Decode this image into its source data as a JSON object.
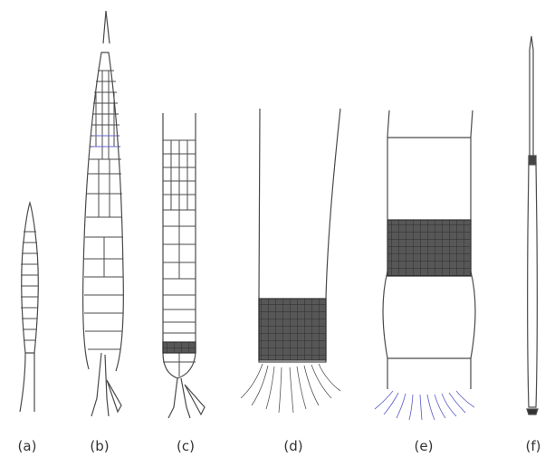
{
  "figure": {
    "panels": [
      {
        "id": "a",
        "label": "(a)"
      },
      {
        "id": "b",
        "label": "(b)"
      },
      {
        "id": "c",
        "label": "(c)"
      },
      {
        "id": "d",
        "label": "(d)"
      },
      {
        "id": "e",
        "label": "(e)"
      },
      {
        "id": "f",
        "label": "(f)"
      }
    ]
  },
  "colors": {
    "outline": "#4a4a4a",
    "shaded": "#5a5a5a",
    "blue_accent": "#6a6acf",
    "background": "#ffffff"
  }
}
